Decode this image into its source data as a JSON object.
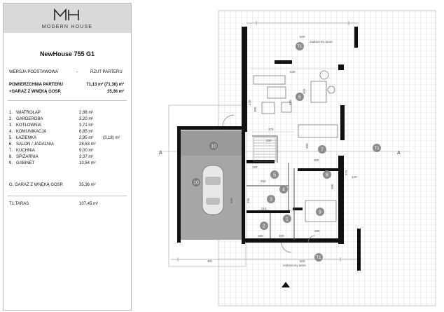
{
  "brand": {
    "logo_text": "MODERN HOUSE"
  },
  "project": {
    "title": "NewHouse 755 G1"
  },
  "header": {
    "version": "WERSJA  PODSTAWOWA",
    "dash": "-",
    "plan_type": "RZUT PARTERU"
  },
  "area": {
    "ground_label": "POWIERZCHNIA PARTERU",
    "ground_value": "71,13 m²  (71,36) m²",
    "garage_label": "+GARAŻ Z WNĘKĄ  GOSP.",
    "garage_value": "35,36 m²"
  },
  "rooms": [
    {
      "num": "1.",
      "name": "WIATROŁAP",
      "area": "2,88 m²",
      "alt": ""
    },
    {
      "num": "2.",
      "name": "GARDEROBA",
      "area": "3,20 m²",
      "alt": ""
    },
    {
      "num": "3.",
      "name": "KOTŁOWNIA",
      "area": "3,71 m²",
      "alt": ""
    },
    {
      "num": "4.",
      "name": "KOMUNIKACJA",
      "area": "6,85 m²",
      "alt": ""
    },
    {
      "num": "5.",
      "name": "ŁAZIENKA",
      "area": "2,95 m²",
      "alt": "(3,18) m²"
    },
    {
      "num": "6.",
      "name": "SALON / JADALNIA",
      "area": "28,63 m²",
      "alt": ""
    },
    {
      "num": "7.",
      "name": "KUCHNIA",
      "area": "9,00 m²",
      "alt": ""
    },
    {
      "num": "8.",
      "name": "SPIŻARNIA",
      "area": "3,37 m²",
      "alt": ""
    },
    {
      "num": "9.",
      "name": "GABINET",
      "area": "10,54 m²",
      "alt": ""
    }
  ],
  "garage": {
    "label": "G. GARAŻ Z WNĘKĄ GOSP.",
    "area": "35,36 m²"
  },
  "terrace": {
    "label": "T1.TARAS",
    "area": "107,45 m²"
  },
  "plan": {
    "section_marks": [
      "A",
      "A"
    ],
    "room_numbers": [
      "1",
      "2",
      "3",
      "4",
      "5",
      "6",
      "7",
      "8",
      "9",
      "10",
      "10"
    ],
    "terrace_tags": [
      "T1",
      "T1",
      "T1"
    ],
    "terrace_notes": [
      "zadaszony taras",
      "zadaszony taras"
    ],
    "dimensions": [
      "609",
      "609",
      "491",
      "630",
      "375",
      "660",
      "385",
      "300",
      "300",
      "120",
      "290",
      "120",
      "215",
      "180",
      "180",
      "290",
      "250",
      "500",
      "470",
      "975",
      "402",
      "300",
      "250"
    ]
  },
  "colors": {
    "wall": "#111111",
    "grid": "#cfcfcf",
    "garage_fill": "#9a9a9a",
    "panel_header": "#d9d9d9",
    "badge": "#8c8c8c"
  }
}
